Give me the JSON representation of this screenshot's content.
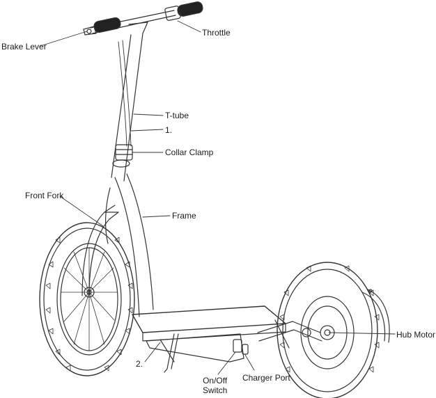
{
  "labels": {
    "brake_lever": "Brake Lever",
    "throttle": "Throttle",
    "t_tube": "T-tube",
    "one": "1.",
    "collar_clamp": "Collar Clamp",
    "front_fork": "Front Fork",
    "frame": "Frame",
    "hub_motor": "Hub Motor",
    "two": "2.",
    "on_off_switch_line1": "On/Off",
    "on_off_switch_line2": "Switch",
    "charger_port": "Charger Port"
  },
  "colors": {
    "ink": "#1a1a1a",
    "line": "#333333",
    "background": "#ffffff"
  }
}
